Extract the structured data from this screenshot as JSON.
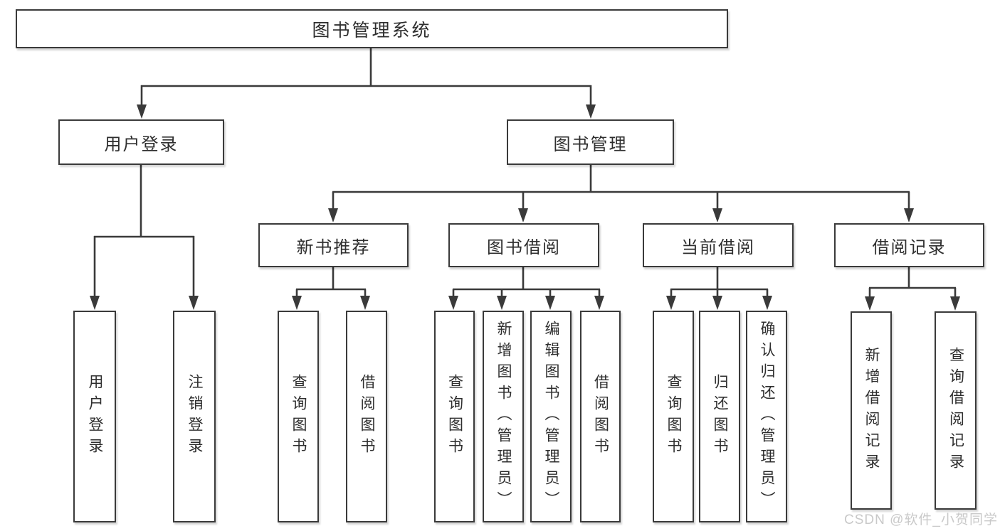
{
  "diagram_type": "hierarchy-tree",
  "tree": {
    "root": {
      "label": "图书管理系统",
      "children": [
        {
          "label": "用户登录",
          "children": [
            {
              "label": "用户登录"
            },
            {
              "label": "注销登录"
            }
          ]
        },
        {
          "label": "图书管理",
          "children": [
            {
              "label": "新书推荐",
              "children": [
                {
                  "label": "查询图书"
                },
                {
                  "label": "借阅图书"
                }
              ]
            },
            {
              "label": "图书借阅",
              "children": [
                {
                  "label": "查询图书"
                },
                {
                  "label": "新增图书（管理员）"
                },
                {
                  "label": "编辑图书（管理员）"
                },
                {
                  "label": "借阅图书"
                }
              ]
            },
            {
              "label": "当前借阅",
              "children": [
                {
                  "label": "查询图书"
                },
                {
                  "label": "归还图书"
                },
                {
                  "label": "确认归还（管理员）"
                }
              ]
            },
            {
              "label": "借阅记录",
              "children": [
                {
                  "label": "新增借阅记录"
                },
                {
                  "label": "查询借阅记录"
                }
              ]
            }
          ]
        }
      ]
    }
  },
  "watermark": {
    "text": "CSDN @软件_小贺同学"
  },
  "colors": {
    "line": "#3a3a3a",
    "text": "#2e2e2e",
    "background": "#ffffff",
    "box_fill": "#ffffff",
    "watermark": "#c9c9c9"
  }
}
